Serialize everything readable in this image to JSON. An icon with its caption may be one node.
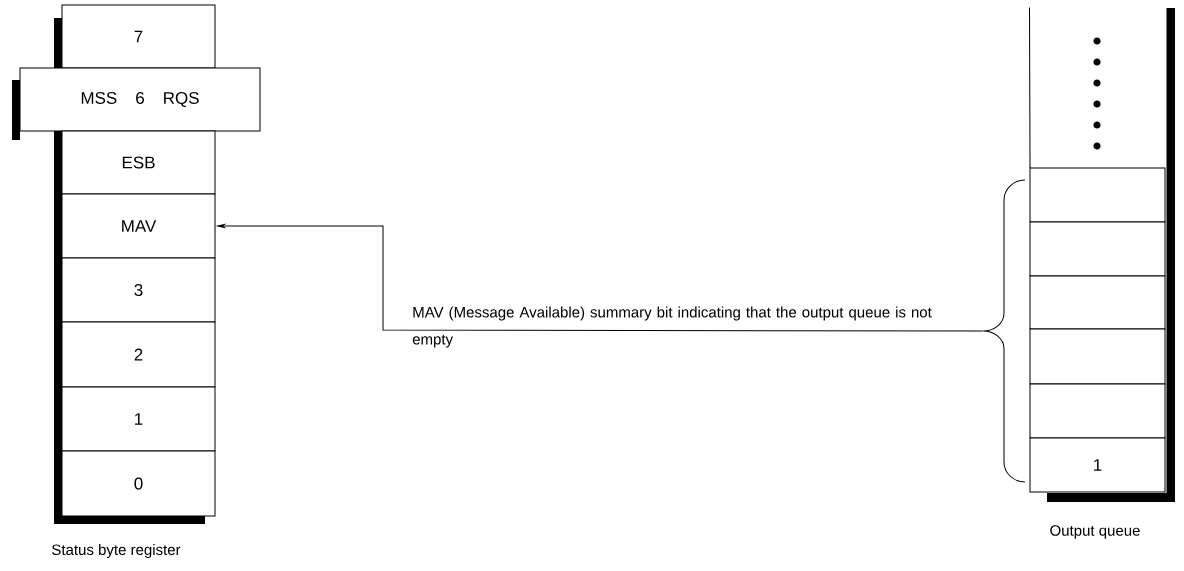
{
  "diagram": {
    "nodes": [
      {
        "text": [
          "7"
        ]
      },
      {
        "text": [
          "MSS",
          "6",
          "RQS"
        ]
      },
      {
        "text": [
          "ESB"
        ]
      },
      {
        "text": [
          "MAV"
        ]
      },
      {
        "text": [
          "3"
        ]
      },
      {
        "text": [
          "2"
        ]
      },
      {
        "text": [
          "1"
        ]
      },
      {
        "text": [
          "0"
        ]
      },
      {
        "text": [],
        "shape": "box"
      },
      {
        "text": [],
        "shape": "box"
      },
      {
        "text": [],
        "shape": "box"
      },
      {
        "text": [],
        "shape": "box"
      },
      {
        "text": [],
        "shape": "box"
      },
      {
        "text": [],
        "shape": "box"
      },
      {
        "text": [
          "1"
        ]
      },
      {
        "text": [],
        "shape": "bracket"
      }
    ],
    "edges": [
      {
        "from": 15,
        "to": 3,
        "arrow": "to",
        "label": "MAV (Message Available) summary bit indicating that the output queue is not empty"
      }
    ],
    "labels": [
      "Status byte register",
      "Output queue"
    ]
  }
}
